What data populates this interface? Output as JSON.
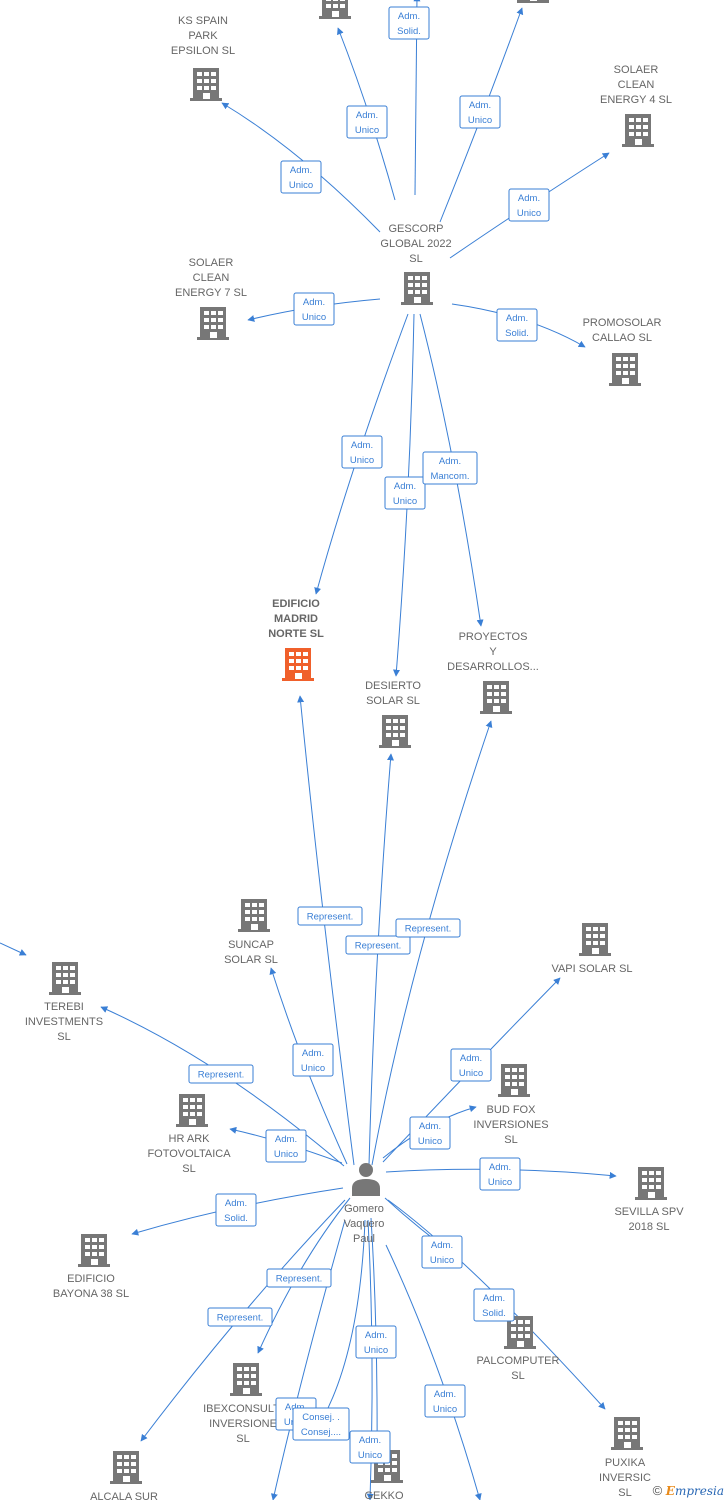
{
  "center": {
    "label": [
      "GESCORP",
      "GLOBAL 2022",
      "SL"
    ]
  },
  "person": {
    "label": [
      "Gomero",
      "Vaquero",
      "Paul"
    ]
  },
  "companies": {
    "top_left": {
      "label": []
    },
    "top_right": {
      "label": []
    },
    "ks_spain": {
      "label": [
        "KS SPAIN",
        "PARK",
        "EPSILON  SL"
      ]
    },
    "solaer4": {
      "label": [
        "SOLAER",
        "CLEAN",
        "ENERGY 4  SL"
      ]
    },
    "solaer7": {
      "label": [
        "SOLAER",
        "CLEAN",
        "ENERGY 7  SL"
      ]
    },
    "promosolar": {
      "label": [
        "PROMOSOLAR",
        "CALLAO  SL"
      ]
    },
    "edificio_madrid": {
      "label": [
        "EDIFICIO",
        "MADRID",
        "NORTE  SL"
      ]
    },
    "proyectos": {
      "label": [
        "PROYECTOS",
        "Y",
        "DESARROLLOS..."
      ]
    },
    "desierto": {
      "label": [
        "DESIERTO",
        "SOLAR  SL"
      ]
    },
    "suncap": {
      "label": [
        "SUNCAP",
        "SOLAR  SL"
      ]
    },
    "vapi": {
      "label": [
        "VAPI SOLAR SL"
      ]
    },
    "terebi": {
      "label": [
        "TEREBI",
        "INVESTMENTS",
        "SL"
      ]
    },
    "bud_fox": {
      "label": [
        "BUD FOX",
        "INVERSIONES",
        "SL"
      ]
    },
    "hr_ark": {
      "label": [
        "HR ARK",
        "FOTOVOLTAICA",
        "SL"
      ]
    },
    "sevilla": {
      "label": [
        "SEVILLA SPV",
        "2018  SL"
      ]
    },
    "bayona": {
      "label": [
        "EDIFICIO",
        "BAYONA 38  SL"
      ]
    },
    "palcomputer": {
      "label": [
        "PALCOMPUTER",
        "SL"
      ]
    },
    "ibexconsult": {
      "label": [
        "IBEXCONSULTI",
        "INVERSIONE",
        "SL"
      ]
    },
    "puxika": {
      "label": [
        "PUXIKA",
        "INVERSIC",
        "SL"
      ]
    },
    "alcala": {
      "label": [
        "ALCALA SUR"
      ]
    },
    "gekko": {
      "label": [
        "GEKKO"
      ]
    }
  },
  "roles": {
    "adm_solid": [
      "Adm.",
      "Solid."
    ],
    "adm_unico": [
      "Adm.",
      "Unico"
    ],
    "adm_mancom": [
      "Adm.",
      "Mancom."
    ],
    "represent": [
      "Represent."
    ],
    "consej": [
      "Consej. .",
      "Consej...."
    ]
  },
  "colors": {
    "edge": "#3a7fd5",
    "building": "#777777",
    "focus_building": "#f0602b",
    "person": "#777777"
  },
  "footer": {
    "copyright": "©",
    "brand_e": "E",
    "brand_rest": "mpresia"
  }
}
